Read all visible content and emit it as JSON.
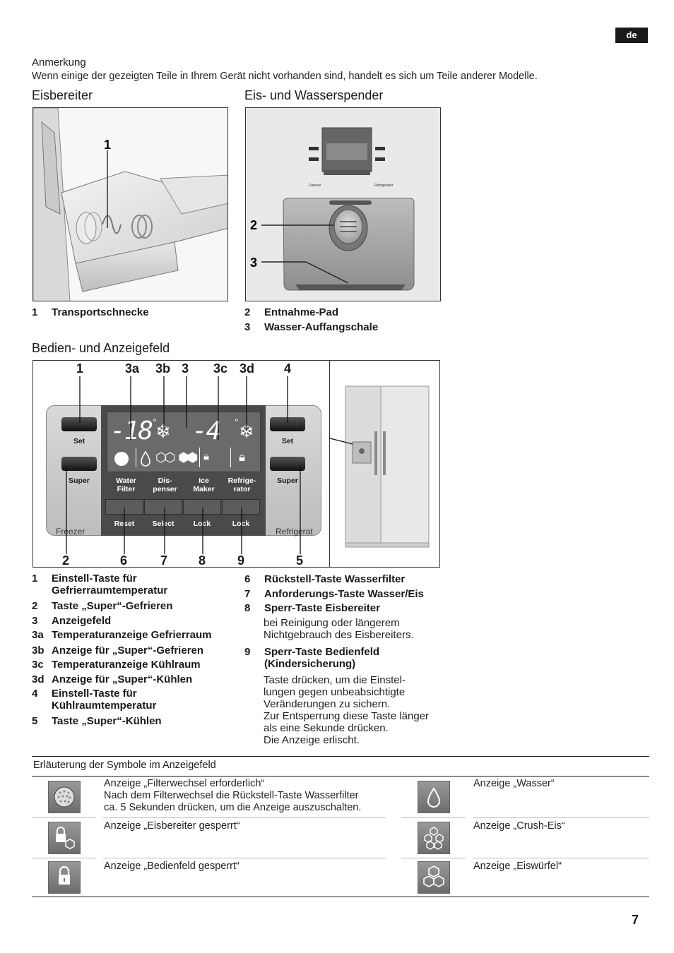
{
  "language_tab": "de",
  "note": {
    "heading": "Anmerkung",
    "text": "Wenn einige der gezeigten Teile in Ihrem Gerät nicht vorhanden sind, handelt es sich um Teile anderer Modelle."
  },
  "ice_maker": {
    "title": "Eisbereiter",
    "callouts": [
      "1"
    ],
    "legend": [
      {
        "num": "1",
        "text": "Transportschnecke"
      }
    ]
  },
  "dispenser": {
    "title": "Eis- und Wasserspender",
    "callouts": [
      "2",
      "3"
    ],
    "panel_labels": {
      "freezer": "Freezer",
      "refrigerator": "Refrigerator"
    },
    "legend": [
      {
        "num": "2",
        "text": "Entnahme-Pad"
      },
      {
        "num": "3",
        "text": "Wasser-Auffangschale"
      }
    ]
  },
  "control_panel": {
    "title": "Bedien- und Anzeigefeld",
    "top_callouts": [
      "1",
      "3a",
      "3b",
      "3",
      "3c",
      "3d",
      "4"
    ],
    "bottom_callouts": [
      "2",
      "6",
      "7",
      "8",
      "9",
      "5"
    ],
    "display": {
      "freezer_temp": "-18",
      "fridge_temp": "-4",
      "degree": "°"
    },
    "buttons": {
      "set_left": "Set",
      "super_left": "Super",
      "set_right": "Set",
      "super_right": "Super",
      "water_filter": [
        "Water",
        "Filter"
      ],
      "dispenser": [
        "Dis-",
        "penser"
      ],
      "ice_maker": [
        "Ice",
        "Maker"
      ],
      "refrigerator": [
        "Refrige-",
        "rator"
      ],
      "reset": "Reset",
      "select": "Select",
      "lock1": "Lock",
      "lock2": "Lock"
    },
    "zone_labels": {
      "freezer": "Freezer",
      "refrigerator": "Refrigerat"
    },
    "legend_left": [
      {
        "num": "1",
        "text": "Einstell-Taste für",
        "text2": "Gefrierraumtemperatur"
      },
      {
        "num": "2",
        "text": "Taste „Super“-Gefrieren"
      },
      {
        "num": "3",
        "text": "Anzeigefeld"
      },
      {
        "num": "3a",
        "text": "Temperaturanzeige Gefrierraum"
      },
      {
        "num": "3b",
        "text": "Anzeige für „Super“-Gefrieren"
      },
      {
        "num": "3c",
        "text": "Temperaturanzeige Kühlraum"
      },
      {
        "num": "3d",
        "text": "Anzeige für „Super“-Kühlen"
      },
      {
        "num": "4",
        "text": "Einstell-Taste für",
        "text2": "Kühlraumtemperatur"
      },
      {
        "num": "5",
        "text": "Taste „Super“-Kühlen"
      }
    ],
    "legend_right": [
      {
        "num": "6",
        "text": "Rückstell-Taste Wasserfilter"
      },
      {
        "num": "7",
        "text": "Anforderungs-Taste Wasser/Eis"
      },
      {
        "num": "8",
        "text": "Sperr-Taste Eisbereiter"
      },
      {
        "num": "9",
        "text": "Sperr-Taste Bedienfeld",
        "text2": "(Kindersicherung)"
      }
    ],
    "desc_8": [
      "bei Reinigung oder längerem",
      "Nichtgebrauch des Eisbereiters."
    ],
    "desc_9": [
      "Taste drücken, um die Einstel-",
      "lungen gegen unbeabsichtigte",
      "Veränderungen zu sichern.",
      "Zur Entsperrung diese Taste länger",
      "als eine Sekunde drücken.",
      "Die Anzeige erlischt."
    ]
  },
  "symbols": {
    "title": "Erläuterung der Symbole im Anzeigefeld",
    "rows": [
      {
        "icon": "filter-dots-icon",
        "lines": [
          "Anzeige „Filterwechsel erforderlich“",
          "Nach dem Filterwechsel die Rückstell-Taste Wasserfilter",
          "ca. 5 Sekunden drücken, um die Anzeige auszuschalten."
        ]
      },
      {
        "icon": "lock-ice-icon",
        "lines": [
          "Anzeige „Eisbereiter gesperrt“"
        ]
      },
      {
        "icon": "lock-icon",
        "lines": [
          "Anzeige „Bedienfeld gesperrt“"
        ]
      },
      {
        "icon": "water-drop-icon",
        "lines": [
          "Anzeige „Wasser“"
        ]
      },
      {
        "icon": "crushed-ice-icon",
        "lines": [
          "Anzeige „Crush-Eis“"
        ]
      },
      {
        "icon": "ice-cubes-icon",
        "lines": [
          "Anzeige „Eiswürfel“"
        ]
      }
    ]
  },
  "page_number": "7"
}
